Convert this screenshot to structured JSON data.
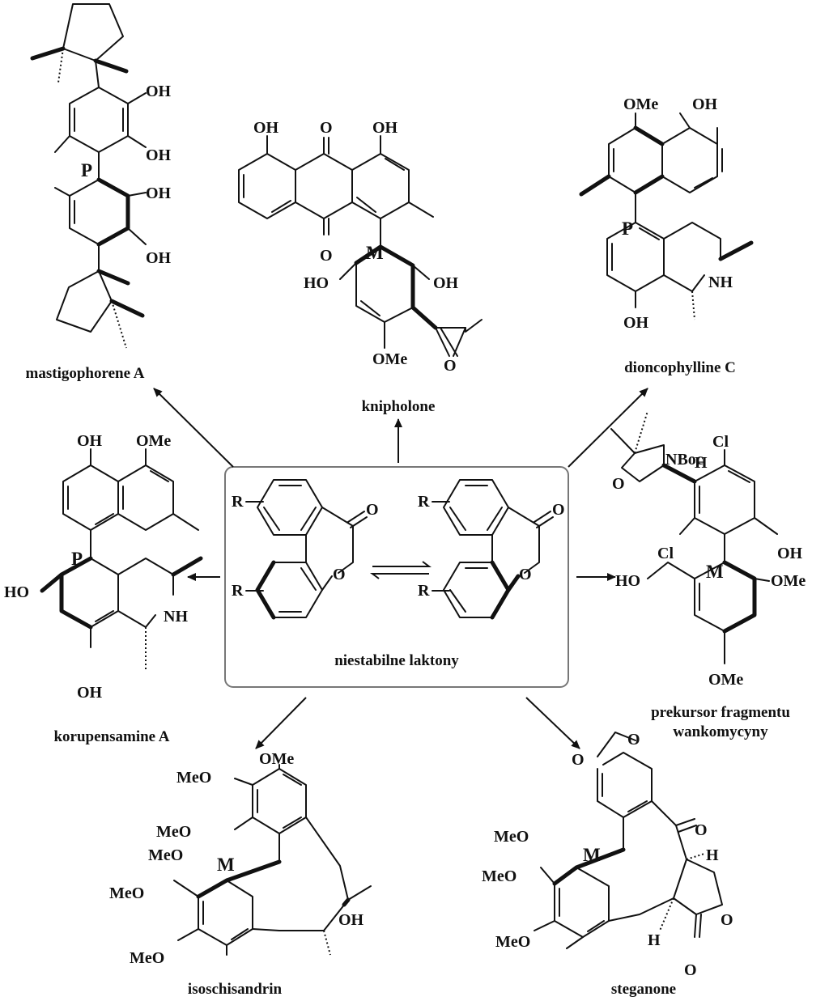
{
  "center": {
    "caption": "niestabilne laktony",
    "r_left_top": "R",
    "r_left_bottom": "R",
    "r_right_top": "R",
    "r_right_bottom": "R",
    "carbonyl_o_left": "O",
    "ring_o_left": "O",
    "carbonyl_o_right": "O",
    "ring_o_right": "O"
  },
  "compounds": {
    "mastigophorene": {
      "name": "mastigophorene A",
      "axis": "P",
      "oh1": "OH",
      "oh2": "OH",
      "oh3": "OH",
      "oh4": "OH"
    },
    "knipholone": {
      "name": "knipholone",
      "axis": "M",
      "oh_left": "OH",
      "o_top": "O",
      "oh_right": "OH",
      "o_bottom": "O",
      "ho_ring": "HO",
      "oh_ring": "OH",
      "ome": "OMe",
      "ketone_o": "O"
    },
    "dioncophylline": {
      "name": "dioncophylline C",
      "axis": "P",
      "ome": "OMe",
      "oh_top": "OH",
      "nh": "NH",
      "oh_bottom": "OH"
    },
    "korupensamine": {
      "name": "korupensamine A",
      "axis": "P",
      "oh_top": "OH",
      "ome": "OMe",
      "ho": "HO",
      "nh": "NH",
      "oh_bottom": "OH"
    },
    "vancomycin": {
      "name_line1": "prekursor fragmentu",
      "name_line2": "wankomycyny",
      "axis": "M",
      "nboc": "NBoc",
      "h": "H",
      "o": "O",
      "cl_top": "Cl",
      "cl_left": "Cl",
      "oh": "OH",
      "ho": "HO",
      "ome1": "OMe",
      "ome2": "OMe"
    },
    "isoschisandrin": {
      "name": "isoschisandrin",
      "axis": "M",
      "ome_top": "OMe",
      "meo1": "MeO",
      "meo2": "MeO",
      "meo3": "MeO",
      "meo4": "MeO",
      "meo5": "MeO",
      "oh": "OH"
    },
    "steganone": {
      "name": "steganone",
      "axis": "M",
      "o1": "O",
      "o2": "O",
      "meo1": "MeO",
      "meo2": "MeO",
      "meo3": "MeO",
      "ketone_o": "O",
      "h1": "H",
      "h2": "H",
      "ring_o": "O",
      "lactone_o": "O"
    }
  },
  "colors": {
    "ink": "#111111",
    "box_border": "#777777",
    "background": "#ffffff"
  }
}
